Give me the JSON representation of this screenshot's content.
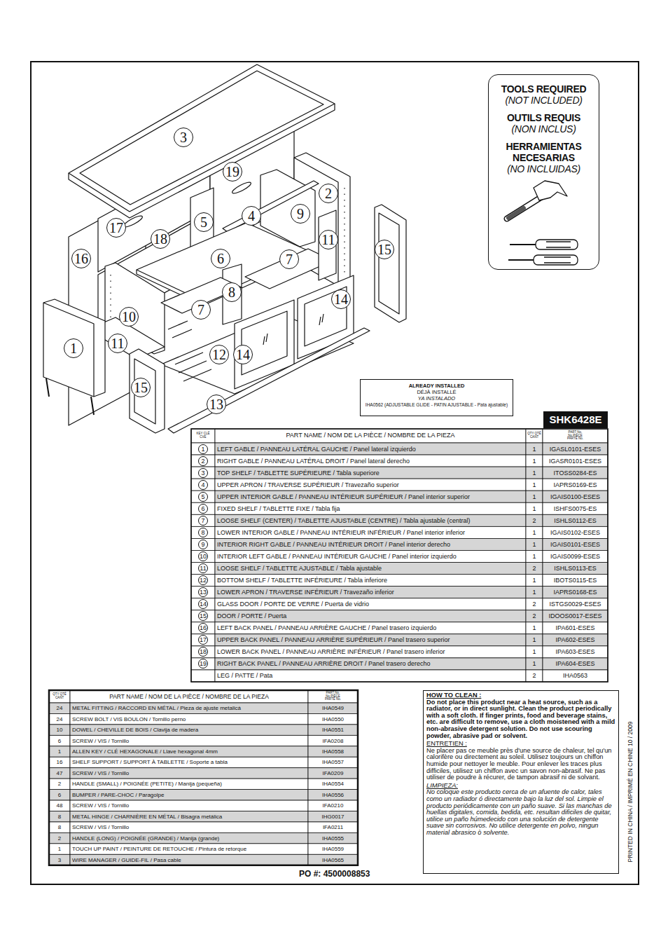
{
  "diagram": {
    "nodes": [
      {
        "text": [
          "TOOLS REQUIRED",
          "(NOT INCLUDED)",
          "OUTILS REQUIS",
          "(NON INCLUS)",
          "HERRAMIENTAS NECESARIAS",
          "(NO INCLUIDAS)"
        ]
      },
      {
        "text": [
          "ALREADY INSTALLED",
          "DÉJÀ INSTALLÉ",
          "YA INSTALADO",
          "IHA0562 (ADJUSTABLE GLIDE - PATIN AJUSTABLE - Pata ajustable)"
        ]
      },
      {
        "text": [
          "SHK6428E"
        ]
      },
      {
        "text": [
          "HOW TO CLEAN :",
          "Do not place this product near a heat source, such as a radiator, or in direct sunlight. Clean the product periodically with a soft cloth. If finger prints, food and beverage stains, etc. are difficult to remove, use a cloth moistened with a mild non-abrasive detergent solution. Do not use scouring powder, abrasive pad or solvent.",
          "ENTRETIEN :",
          "Ne placer pas ce meuble près d'une source de chaleur, tel qu'un calorifère ou directement au soleil. Utilisez toujours un chiffon humide pour nettoyer le meuble. Pour enlever les traces plus difficiles, utilisez un chiffon avec un savon non-abrasif. Ne pas utiliser de poudre à récurer, de tampon abrasif ni de solvant.",
          "LIMPIEZA:",
          "No coloque este producto cerca de un afuente de calor, tales como un radiador ó directamente bajo la luz del sol. Limpie el producto periódicamente con un paño suave. Si las manchas de huellas digitales, comida, bedida, etc. resultan dificiles de quitar, utilice un paño húmedecido con una solución de detergente suave sin corrosivos. No utilice detergente en polvo, ningun material abrasico ò solvente."
        ]
      }
    ],
    "labels": [
      "3",
      "19",
      "2",
      "17",
      "5",
      "4",
      "9",
      "18",
      "11",
      "15",
      "16",
      "6",
      "7",
      "8",
      "14",
      "7",
      "10",
      "14",
      "12",
      "1",
      "11",
      "15",
      "13",
      "KEY CLÉ CVE",
      "PART NAME / NOM DE LA PIÈCE / NOMBRE DE LA PIEZA",
      "QTY QTÉ CANT",
      "PART No. No PIÈCE PARTE No.",
      "1",
      "LEFT GABLE / PANNEAU LATÉRAL GAUCHE / Panel lateral izquierdo",
      "1",
      "IGASL0101-ESES",
      "2",
      "RIGHT GABLE / PANNEAU LATÉRAL DROIT / Panel lateral derecho",
      "1",
      "IGASR0101-ESES",
      "3",
      "TOP SHELF / TABLETTE SUPÉRIEURE / Tabla superiore",
      "1",
      "ITOSS0284-ES",
      "4",
      "UPPER APRON / TRAVERSE SUPÉRIEUR / Travezaño superior",
      "1",
      "IAPRS0169-ES",
      "5",
      "UPPER INTERIOR GABLE / PANNEAU INTÉRIEUR SUPÉRIEUR / Panel interior superior",
      "1",
      "IGAIS0100-ESES",
      "6",
      "FIXED SHELF / TABLETTE FIXE / Tabla fija",
      "1",
      "ISHFS0075-ES",
      "7",
      "LOOSE SHELF (CENTER) / TABLETTE AJUSTABLE (CENTRE) / Tabla ajustable (central)",
      "2",
      "ISHLS0112-ES",
      "8",
      "LOWER INTERIOR GABLE / PANNEAU INTÉRIEUR INFÉRIEUR / Panel interior inferior",
      "1",
      "IGAIS0102-ESES",
      "9",
      "INTERIOR RIGHT GABLE / PANNEAU INTÉRIEUR DROIT / Panel interior derecho",
      "1",
      "IGAIS0101-ESES",
      "10",
      "INTERIOR LEFT GABLE / PANNEAU INTÉRIEUR GAUCHE / Panel interior izquierdo",
      "1",
      "IGAIS0099-ESES",
      "11",
      "LOOSE SHELF / TABLETTE AJUSTABLE / Tabla ajustable",
      "2",
      "ISHLS0113-ES",
      "12",
      "BOTTOM SHELF / TABLETTE INFÉRIEURE / Tabla inferiore",
      "1",
      "IBOTS0115-ES",
      "13",
      "LOWER APRON / TRAVERSE INFÉRIEUR / Travezaño inferior",
      "1",
      "IAPRS0168-ES",
      "14",
      "GLASS DOOR / PORTE DE VERRE / Puerta de vidrio",
      "2",
      "ISTGS0029-ESES",
      "15",
      "DOOR / PORTE / Puerta",
      "2",
      "IDOOS0017-ESES",
      "16",
      "LEFT BACK PANEL / PANNEAU ARRIÈRE GAUCHE / Panel trasero izquierdo",
      "1",
      "IPA601-ESES",
      "17",
      "UPPER BACK PANEL / PANNEAU ARRIÈRE SUPÉRIEUR / Panel trasero superior",
      "1",
      "IPA602-ESES",
      "18",
      "LOWER BACK PANEL / PANNEAU ARRIÈRE INFÉRIEUR / Panel trasero inferior",
      "1",
      "IPA603-ESES",
      "19",
      "RIGHT BACK PANEL / PANNEAU ARRIÈRE DROIT / Panel trasero derecho",
      "1",
      "IPA604-ESES",
      "LEG / PATTE / Pata",
      "2",
      "IHA0563",
      "QTY QTÉ CANT",
      "PART NAME / NOM DE LA PIÈCE / NOMBRE DE LA PIEZA",
      "PART No. No PIÈCE PARTE No.",
      "24",
      "METAL FITTING / RACCORD EN MÉTAL / Pieza de ajuste metalicá",
      "IHA0549",
      "24",
      "SCREW BOLT / VIS BOULON / Tornillo perno",
      "IHA0550",
      "10",
      "DOWEL / CHEVILLE DE BOIS / Clavija de madera",
      "IHA0551",
      "6",
      "SCREW / VIS / Tornillo",
      "IFA0208",
      "1",
      "ALLEN KEY / CLÉ HEXAGONALE / Llave hexagonal 4mm",
      "IHA0558",
      "16",
      "SHELF SUPPORT / SUPPORT À TABLETTE / Soporte a tabla",
      "IHA0557",
      "47",
      "SCREW / VIS / Tornillo",
      "IFA0209",
      "2",
      "HANDLE (SMALL) / POIGNÉE (PETITE) / Manija (pequeña)",
      "IHA0554",
      "6",
      "BUMPER / PARE-CHOC / Paragolpe",
      "IHA0556",
      "48",
      "SCREW / VIS / Tornillo",
      "IFA0210",
      "8",
      "METAL HINGE / CHARNIÈRE EN MÉTAL / Bisagra metálica",
      "IHG0017",
      "8",
      "SCREW / VIS / Tornillo",
      "IFA0211",
      "2",
      "HANDLE (LONG) / POIGNÉE (GRANDE) / Manija (grande)",
      "IHA0555",
      "1",
      "TOUCH UP PAINT / PEINTURE DE RETOUCHE / Pintura de retorque",
      "IHA0559",
      "3",
      "WIRE MANAGER / GUIDE-FIL / Pasa cable",
      "IHA0565",
      "PO #: 4500008853",
      "PRINTED IN CHINA / IMPRIMÉ EN CHINE 10 / 2009"
    ]
  }
}
